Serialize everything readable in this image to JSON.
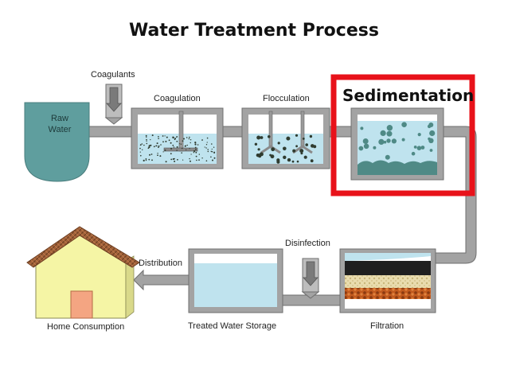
{
  "title": "Water Treatment Process",
  "labels": {
    "raw_water_line1": "Raw",
    "raw_water_line2": "Water",
    "coagulants": "Coagulants",
    "coagulation": "Coagulation",
    "flocculation": "Flocculation",
    "sedimentation": "Sedimentation",
    "disinfection": "Disinfection",
    "distribution": "Distribution",
    "home_consumption": "Home Consumption",
    "treated_water_storage": "Treated Water Storage",
    "filtration": "Filtration"
  },
  "colors": {
    "pipe": "#a3a3a3",
    "pipe_edge": "#6f6f6f",
    "water": "#bfe3ee",
    "raw_water": "#5f9e9e",
    "highlight": "#e8121a",
    "house_wall": "#f5f5a5",
    "house_roof": "#a0623a",
    "door": "#f4a582",
    "sludge": "#4f8a86"
  }
}
